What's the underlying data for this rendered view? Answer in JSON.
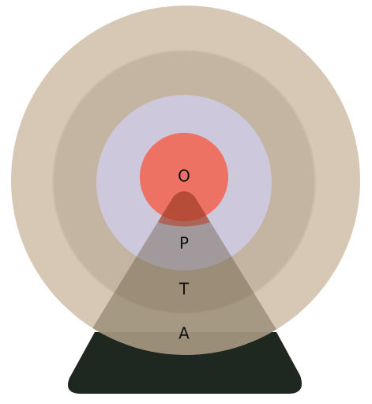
{
  "diagram": {
    "layers": [
      {
        "id": "O",
        "label": "O"
      },
      {
        "id": "P",
        "label": "P"
      },
      {
        "id": "T",
        "label": "T"
      },
      {
        "id": "A",
        "label": "A"
      }
    ],
    "colors": {
      "outer_ring": "#d3c3af",
      "second_ring": "#c1b29f",
      "third_ring": "#cdc8dc",
      "core": "#ee6e5c",
      "pyramid_base": "#1f2721",
      "pyramid_overlay": "#5a4c35"
    }
  }
}
